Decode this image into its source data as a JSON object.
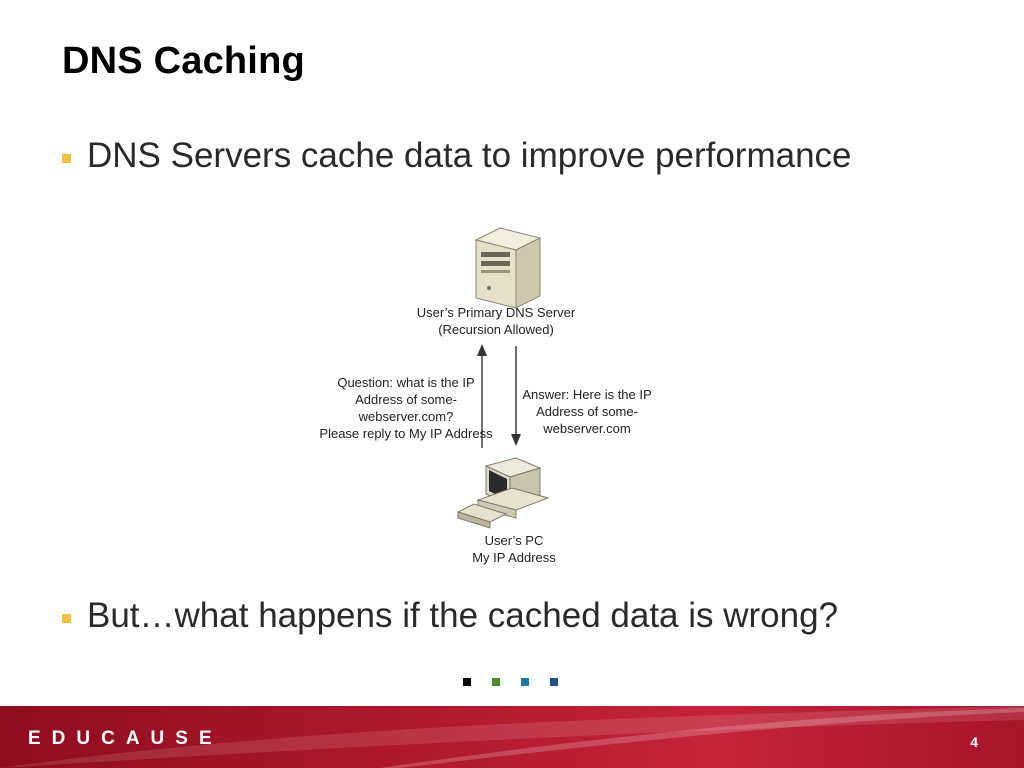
{
  "slide": {
    "title": "DNS Caching",
    "bullets": [
      "DNS Servers cache data to improve performance",
      "But…what happens if the cached data is wrong?"
    ],
    "page_number": "4"
  },
  "diagram": {
    "server_label_line1": "User’s Primary DNS Server",
    "server_label_line2": "(Recursion Allowed)",
    "question_lines": [
      "Question: what is the IP",
      "Address of some-",
      "webserver.com?",
      "Please reply to My IP Address"
    ],
    "answer_lines": [
      "Answer: Here is the IP",
      "Address of some-",
      "webserver.com"
    ],
    "pc_label_line1": "User’s PC",
    "pc_label_line2": "My IP Address",
    "icons": [
      "server-icon",
      "desktop-pc-icon"
    ]
  },
  "footer": {
    "logo_text": "EDUCAUSE"
  },
  "colors": {
    "bullet": "#f0c040",
    "footer": "#b0182c",
    "dots": [
      "#000000",
      "#4a8a2a",
      "#1f7a9a",
      "#1f4f8a"
    ]
  }
}
